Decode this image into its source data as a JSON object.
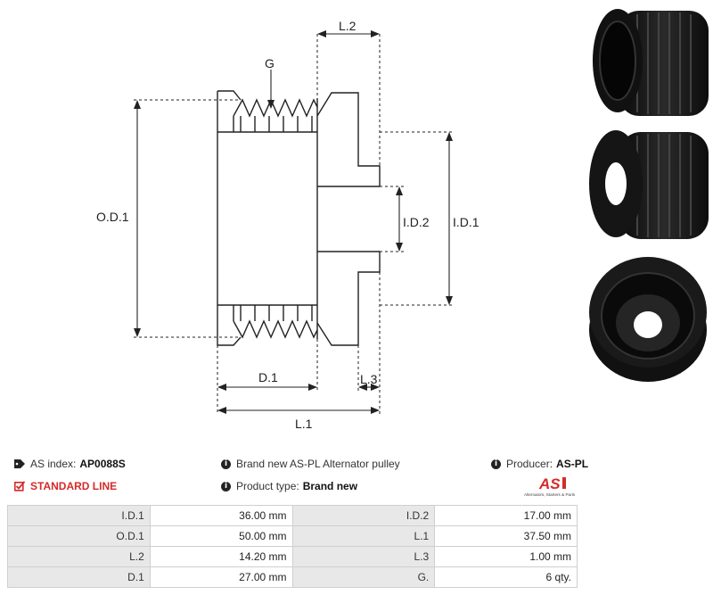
{
  "drawing": {
    "labels": {
      "g": "G",
      "l2": "L.2",
      "od1": "O.D.1",
      "id1": "I.D.1",
      "id2": "I.D.2",
      "d1": "D.1",
      "l3": "L.3",
      "l1": "L.1"
    }
  },
  "info": {
    "index_label": "AS index:",
    "index_value": "AP0088S",
    "line_label": "STANDARD LINE",
    "description": "Brand new AS-PL Alternator pulley",
    "type_label": "Product type:",
    "type_value": "Brand new",
    "producer_label": "Producer:",
    "producer_value": "AS-PL"
  },
  "logo": {
    "mark": "AS",
    "tagline": "Alternators, Starters & Parts",
    "brand_color": "#d62a2a"
  },
  "specs": [
    {
      "left_label": "I.D.1",
      "left_value": "36.00 mm",
      "right_label": "I.D.2",
      "right_value": "17.00 mm"
    },
    {
      "left_label": "O.D.1",
      "left_value": "50.00 mm",
      "right_label": "L.1",
      "right_value": "37.50 mm"
    },
    {
      "left_label": "L.2",
      "left_value": "14.20 mm",
      "right_label": "L.3",
      "right_value": "1.00 mm"
    },
    {
      "left_label": "D.1",
      "left_value": "27.00 mm",
      "right_label": "G.",
      "right_value": "6 qty."
    }
  ]
}
